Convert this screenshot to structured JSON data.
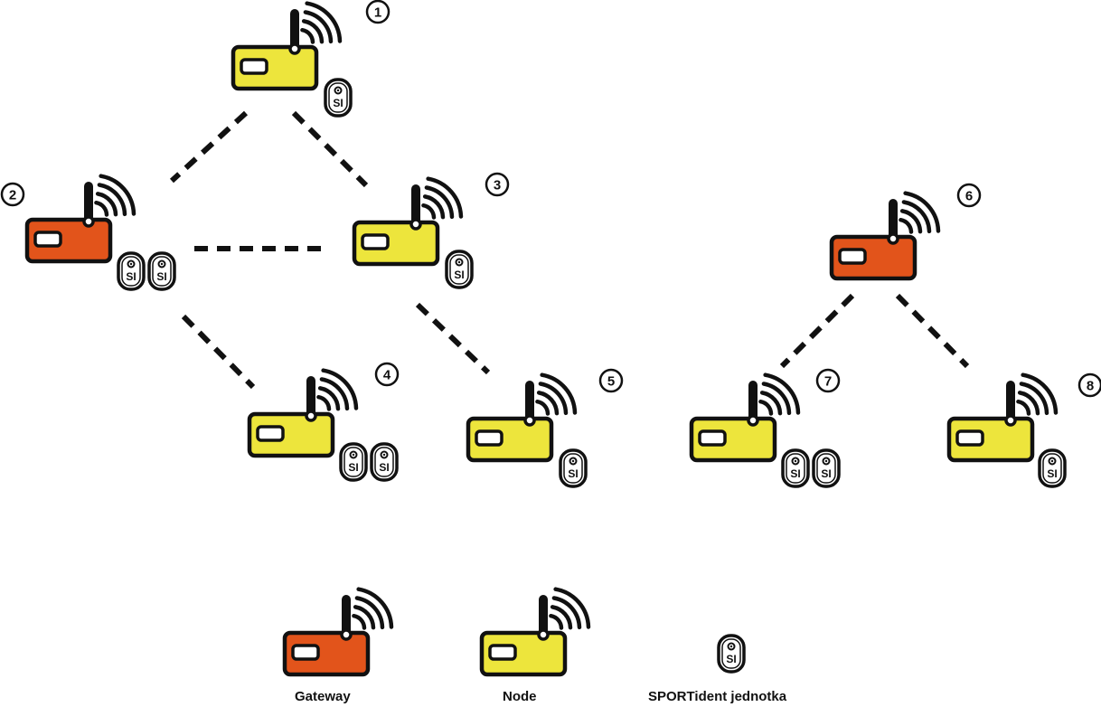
{
  "colors": {
    "gateway": "#E2541B",
    "node": "#EDE53C",
    "outline": "#111111",
    "link": "#111111"
  },
  "devices": [
    {
      "id": "1",
      "label": "1",
      "kind": "node",
      "si_units": 1
    },
    {
      "id": "2",
      "label": "2",
      "kind": "gateway",
      "si_units": 2
    },
    {
      "id": "3",
      "label": "3",
      "kind": "node",
      "si_units": 1
    },
    {
      "id": "4",
      "label": "4",
      "kind": "node",
      "si_units": 2
    },
    {
      "id": "5",
      "label": "5",
      "kind": "node",
      "si_units": 1
    },
    {
      "id": "6",
      "label": "6",
      "kind": "gateway",
      "si_units": 0
    },
    {
      "id": "7",
      "label": "7",
      "kind": "node",
      "si_units": 2
    },
    {
      "id": "8",
      "label": "8",
      "kind": "node",
      "si_units": 1
    }
  ],
  "links": [
    {
      "from": "1",
      "to": "2"
    },
    {
      "from": "1",
      "to": "3"
    },
    {
      "from": "2",
      "to": "3"
    },
    {
      "from": "2",
      "to": "4"
    },
    {
      "from": "3",
      "to": "5"
    },
    {
      "from": "6",
      "to": "7"
    },
    {
      "from": "6",
      "to": "8"
    }
  ],
  "si_badge_text": "SI",
  "legend": {
    "gateway_label": "Gateway",
    "node_label": "Node",
    "si_label": "SPORTident jednotka"
  }
}
